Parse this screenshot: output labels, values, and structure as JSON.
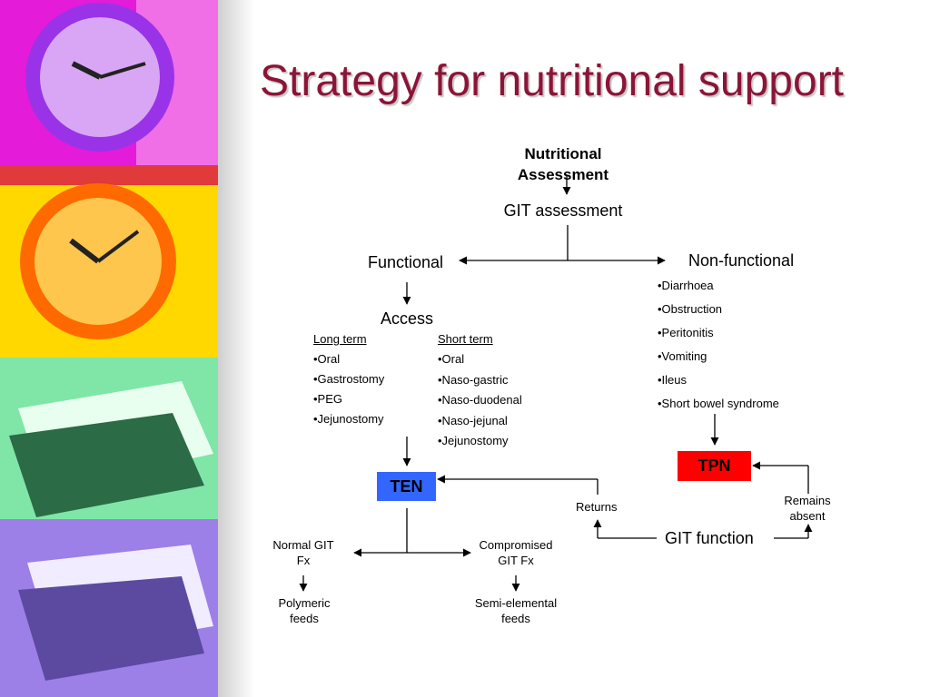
{
  "slide": {
    "title": "Strategy for nutritional support"
  },
  "diagram": {
    "nutritional_assessment_1": "Nutritional",
    "nutritional_assessment_2": "Assessment",
    "git_assessment": "GIT assessment",
    "functional": "Functional",
    "non_functional": "Non-functional",
    "non_functional_items": [
      "•Diarrhoea",
      "•Obstruction",
      "•Peritonitis",
      "•Vomiting",
      "•Ileus",
      "•Short bowel syndrome"
    ],
    "access": "Access",
    "long_term": {
      "heading": "Long term",
      "items": [
        "•Oral",
        "•Gastrostomy",
        "•PEG",
        "•Jejunostomy"
      ]
    },
    "short_term": {
      "heading": "Short term",
      "items": [
        "•Oral",
        "•Naso-gastric",
        "•Naso-duodenal",
        "•Naso-jejunal",
        "•Jejunostomy"
      ]
    },
    "ten": "TEN",
    "tpn": "TPN",
    "returns": "Returns",
    "remains_absent_1": "Remains",
    "remains_absent_2": "absent",
    "git_function": "GIT function",
    "normal_git_1": "Normal GIT",
    "normal_git_2": "Fx",
    "compromised_git_1": "Compromised",
    "compromised_git_2": "GIT Fx",
    "polymeric_1": "Polymeric",
    "polymeric_2": "feeds",
    "semi_elemental_1": "Semi-elemental",
    "semi_elemental_2": "feeds"
  },
  "colors": {
    "title": "#8b1538",
    "ten_box": "#3366ff",
    "tpn_box": "#ff0000"
  }
}
